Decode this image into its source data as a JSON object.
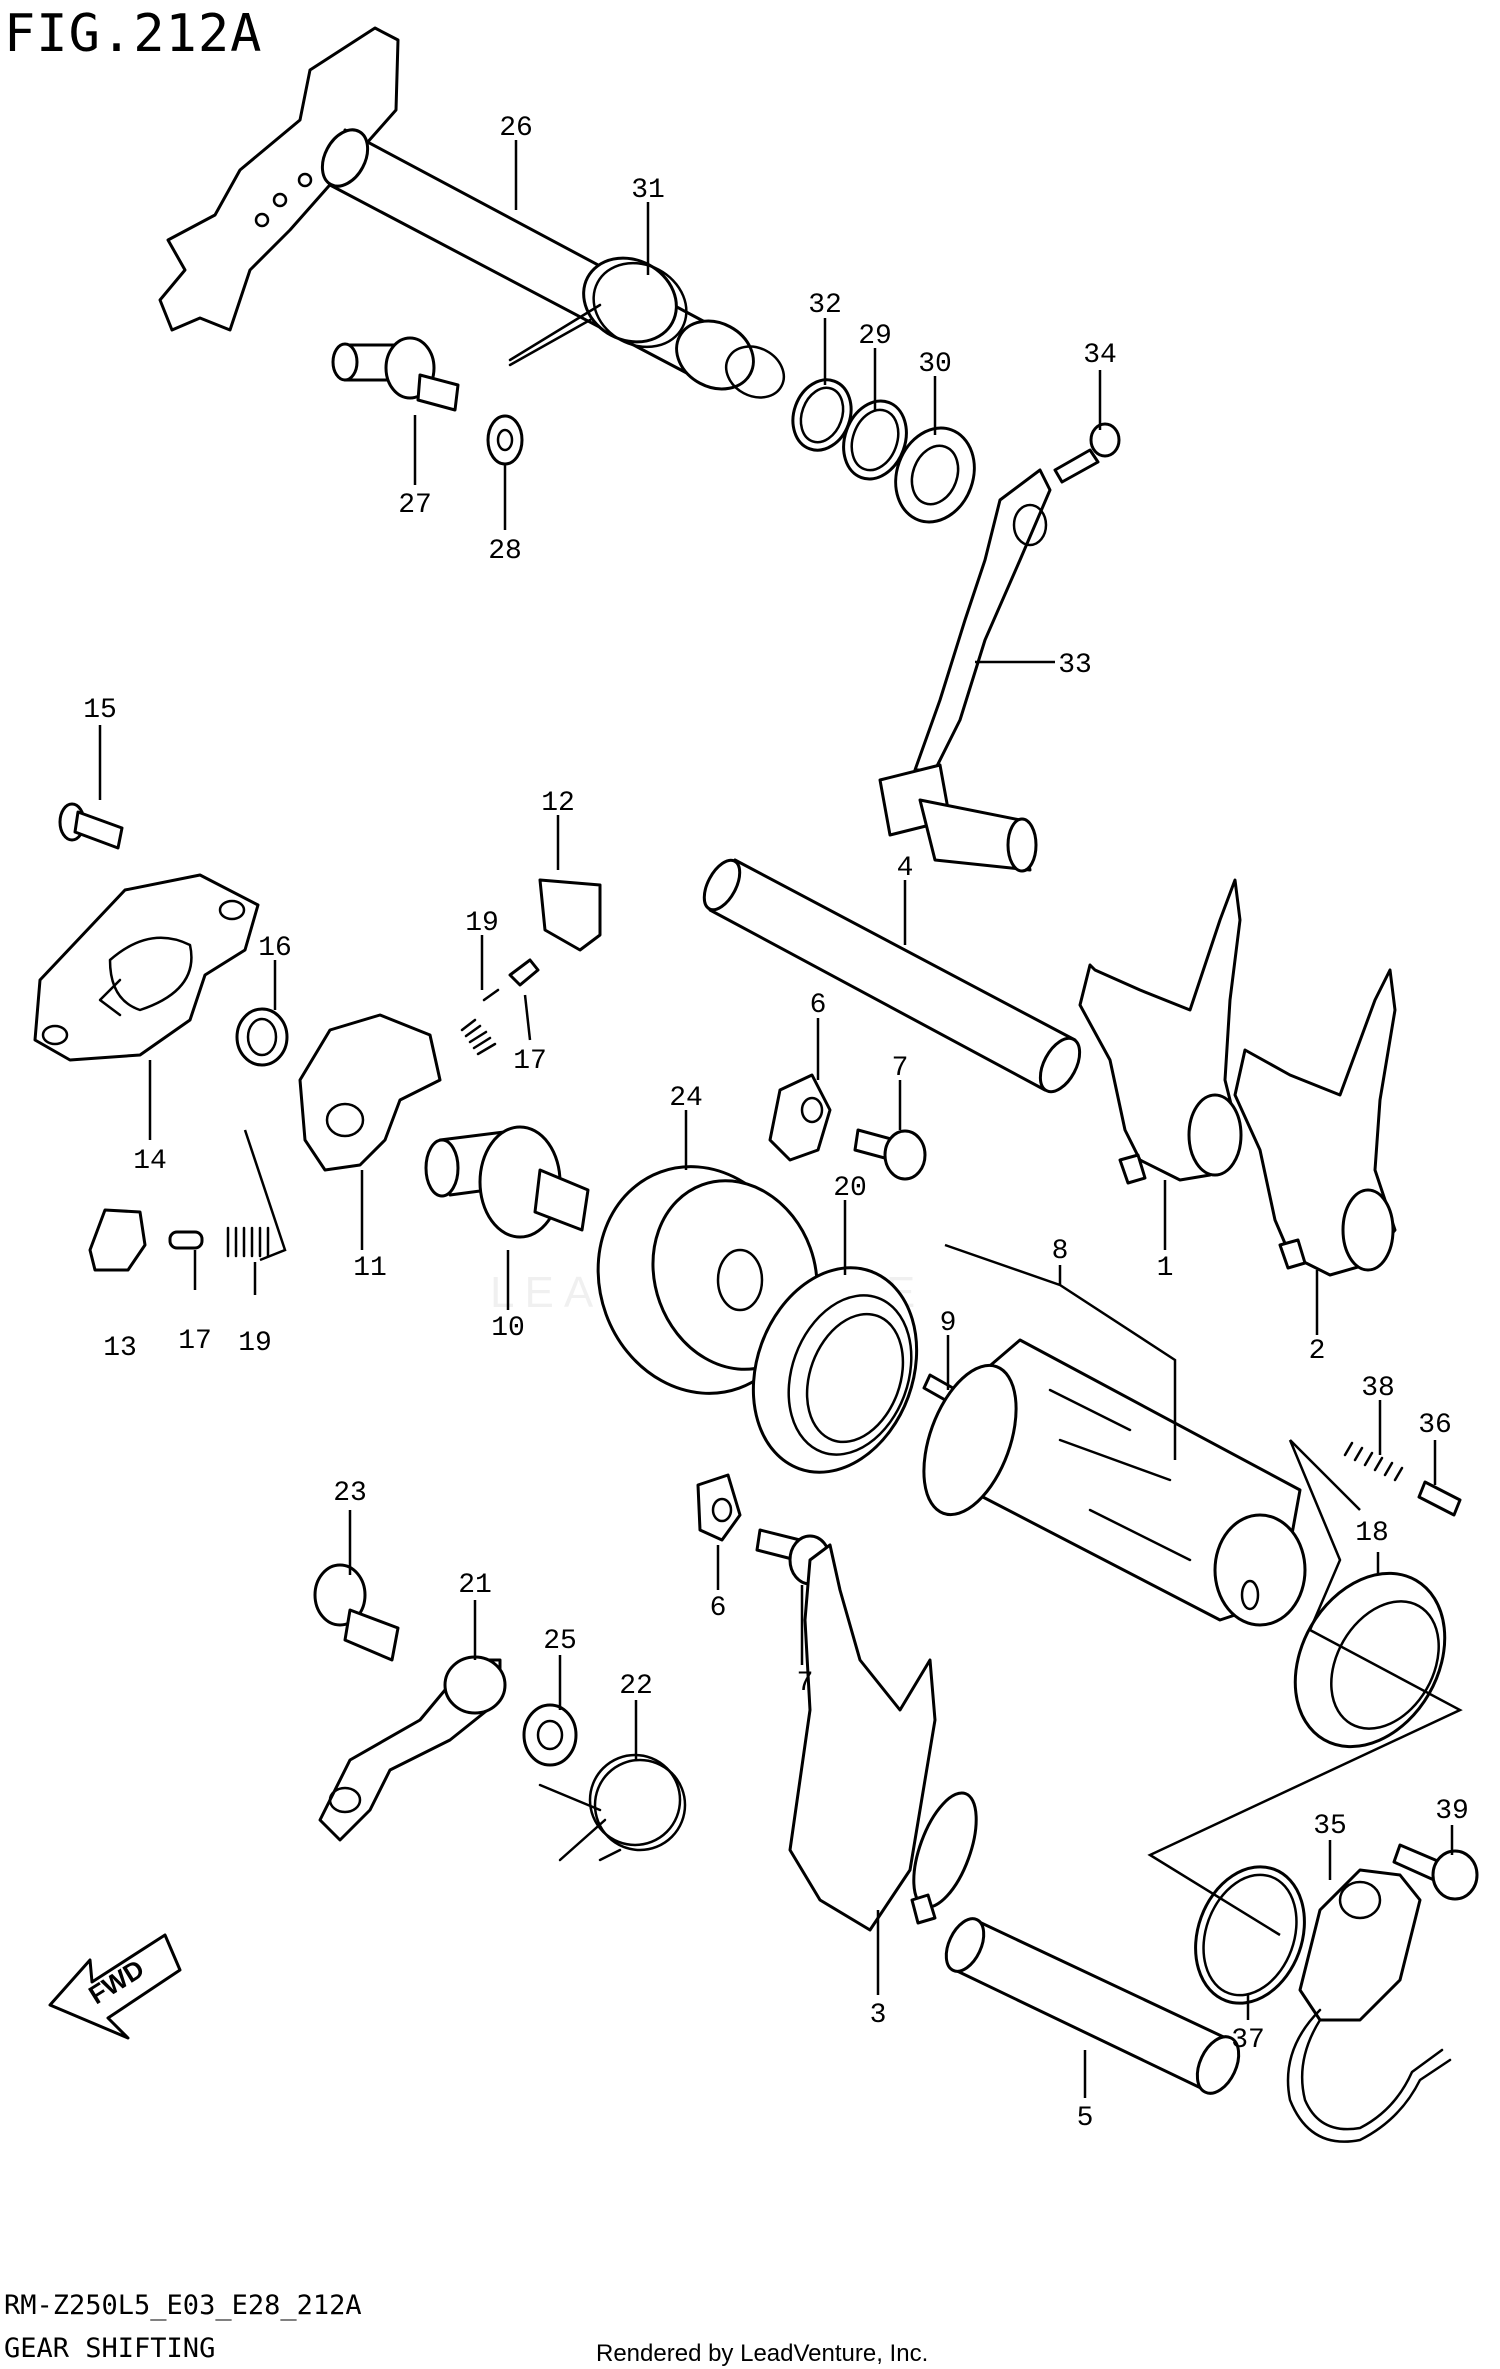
{
  "figure": {
    "title": "FIG.212A",
    "code": "RM-Z250L5_E03_E28_212A",
    "name": "GEAR SHIFTING",
    "rendered_by": "Rendered by LeadVenture, Inc.",
    "watermark": "LEADVENTURE"
  },
  "direction_label": "FWD",
  "callouts": [
    "26",
    "31",
    "32",
    "29",
    "30",
    "34",
    "27",
    "28",
    "33",
    "15",
    "12",
    "4",
    "19",
    "16",
    "17",
    "14",
    "6",
    "7",
    "1",
    "11",
    "24",
    "20",
    "8",
    "2",
    "13",
    "17",
    "19",
    "10",
    "9",
    "38",
    "36",
    "23",
    "21",
    "25",
    "22",
    "18",
    "6",
    "7",
    "39",
    "35",
    "3",
    "37",
    "5"
  ]
}
